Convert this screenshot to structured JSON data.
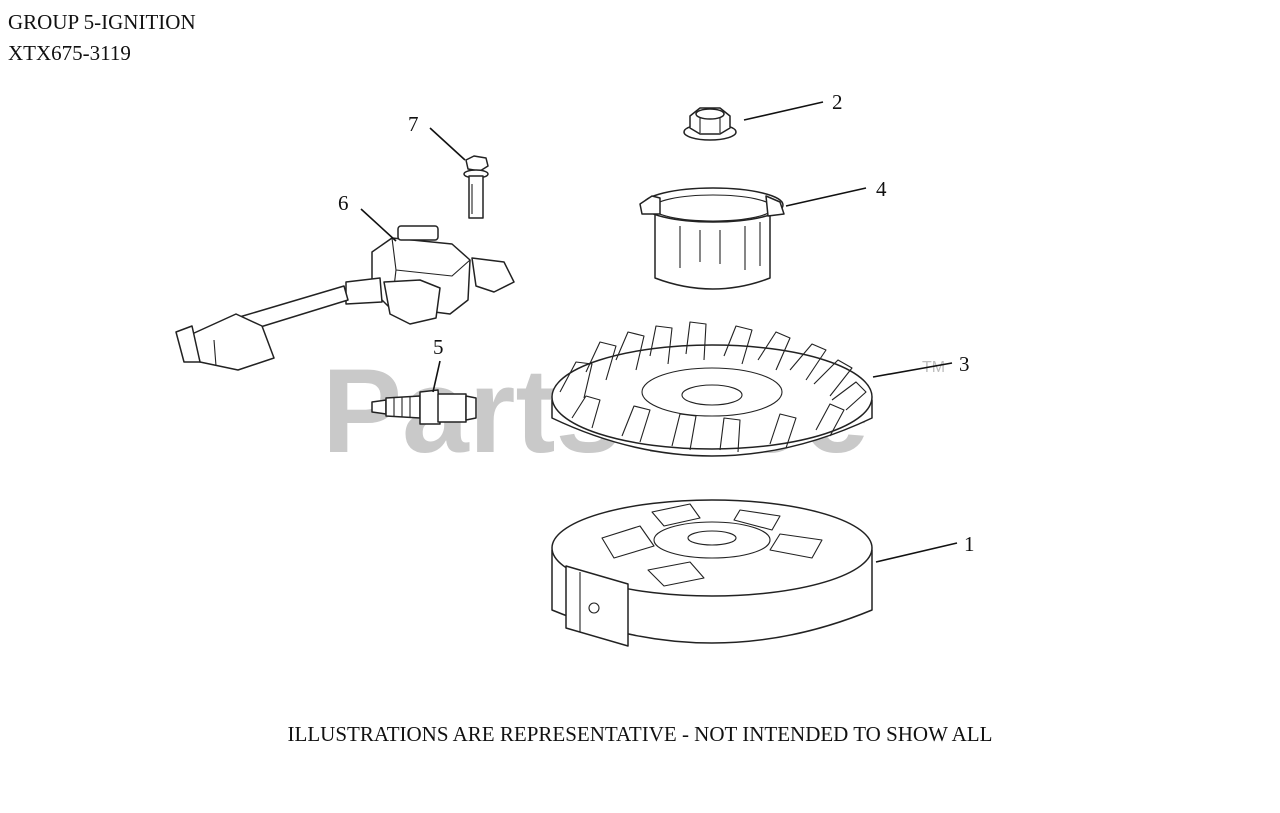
{
  "header": {
    "group": "GROUP 5-IGNITION",
    "model": "XTX675-3119"
  },
  "watermark": {
    "brand": "PartsTree",
    "trademark": "TM"
  },
  "callouts": [
    "1",
    "2",
    "3",
    "4",
    "5",
    "6",
    "7"
  ],
  "footer": "ILLUSTRATIONS ARE REPRESENTATIVE - NOT INTENDED TO SHOW ALL",
  "colors": {
    "line": "#111111",
    "watermark": "#c9c9c9",
    "background": "#ffffff"
  }
}
